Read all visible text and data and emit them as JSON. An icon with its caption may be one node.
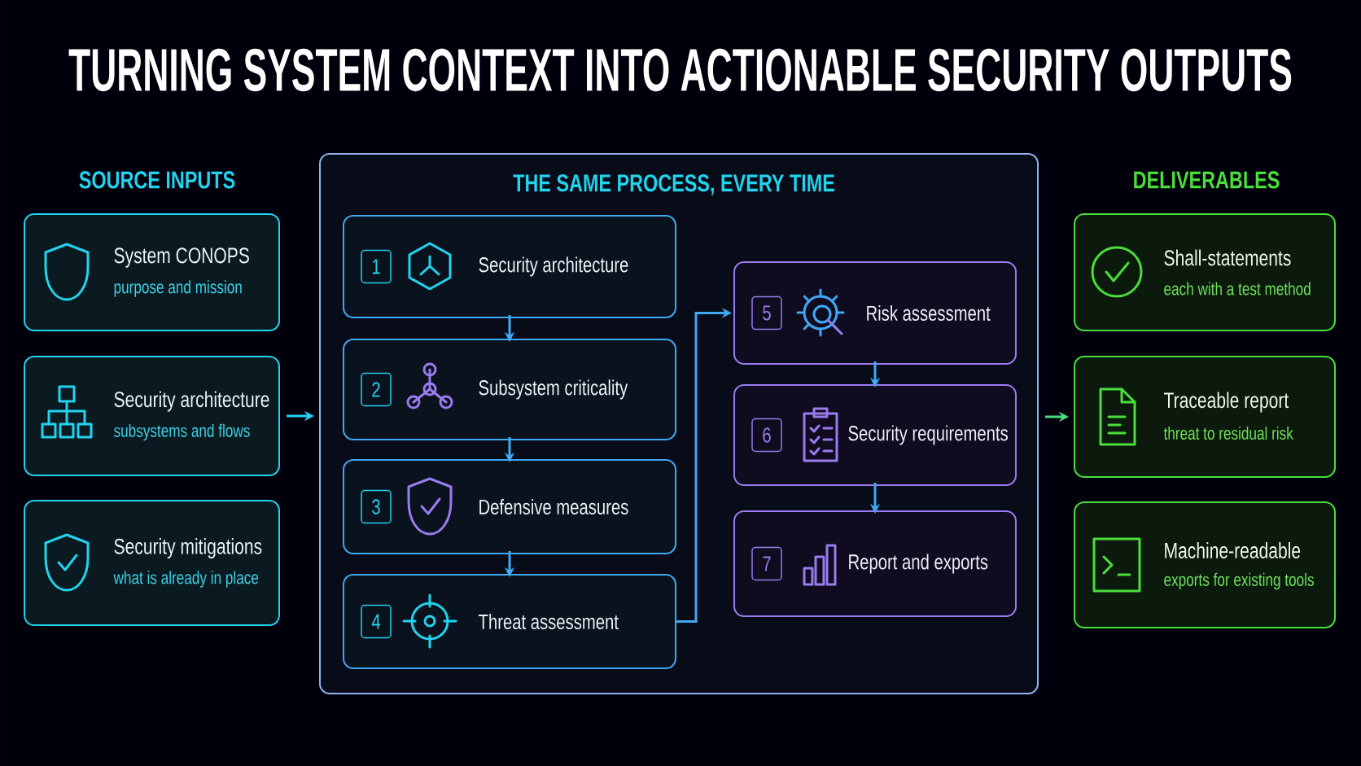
{
  "diagram": {
    "title": "TURNING SYSTEM CONTEXT INTO ACTIONABLE SECURITY OUTPUTS",
    "nodes": [
      {
        "text": [
          "System CONOPS",
          "purpose and mission"
        ]
      },
      {
        "text": [
          "Security architecture",
          "subsystems and flows"
        ]
      },
      {
        "text": [
          "Security mitigations",
          "what is already in place"
        ]
      },
      {
        "text": [
          "THE SAME PROCESS, EVERY TIME"
        ]
      },
      {
        "text": [
          "1",
          "Security architecture"
        ],
        "in": 3
      },
      {
        "text": [
          "2",
          "Subsystem criticality"
        ],
        "in": 3
      },
      {
        "text": [
          "3",
          "Defensive measures"
        ],
        "in": 3
      },
      {
        "text": [
          "4",
          "Threat assessment"
        ],
        "in": 3
      },
      {
        "text": [
          "5",
          "Risk assessment"
        ],
        "in": 3
      },
      {
        "text": [
          "6",
          "Security requirements"
        ],
        "in": 3
      },
      {
        "text": [
          "7",
          "Report and exports"
        ],
        "in": 3
      },
      {
        "text": [
          "Shall-statements",
          "each with a test method"
        ]
      },
      {
        "text": [
          "Traceable report",
          "threat to residual risk"
        ]
      },
      {
        "text": [
          "Machine-readable",
          "exports for existing tools"
        ]
      }
    ],
    "edges": [
      {
        "from": 1,
        "to": 3,
        "arrow": "to",
        "color": "#22d3ee"
      },
      {
        "from": 4,
        "to": 5,
        "arrow": "to"
      },
      {
        "from": 5,
        "to": 6,
        "arrow": "to"
      },
      {
        "from": 6,
        "to": 7,
        "arrow": "to"
      },
      {
        "from": 7,
        "to": 8,
        "arrow": "to"
      },
      {
        "from": 8,
        "to": 9,
        "arrow": "to"
      },
      {
        "from": 9,
        "to": 10,
        "arrow": "to"
      },
      {
        "from": 3,
        "to": 12,
        "arrow": "to",
        "color": "#4ade80"
      }
    ],
    "labels": [
      "SOURCE INPUTS",
      "DELIVERABLES"
    ]
  }
}
